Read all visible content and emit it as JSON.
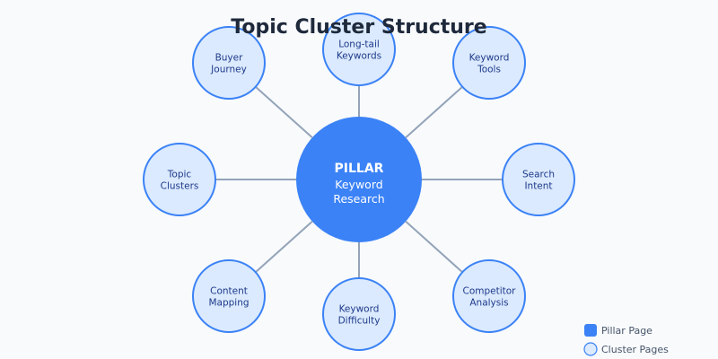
{
  "title": "Topic Cluster Structure",
  "colors": {
    "pillar_fill": "#3b82f6",
    "cluster_fill": "#dbeafe",
    "cluster_stroke": "#3b82f6",
    "connector": "#94a3b8",
    "title": "#1e293b"
  },
  "pillar": {
    "heading": "PILLAR",
    "lines": [
      "Keyword",
      "Research"
    ]
  },
  "clusters": [
    {
      "id": "buyer-journey",
      "lines": [
        "Buyer",
        "Journey"
      ]
    },
    {
      "id": "long-tail-keywords",
      "lines": [
        "Long-tail",
        "Keywords"
      ]
    },
    {
      "id": "keyword-tools",
      "lines": [
        "Keyword",
        "Tools"
      ]
    },
    {
      "id": "topic-clusters",
      "lines": [
        "Topic",
        "Clusters"
      ]
    },
    {
      "id": "search-intent",
      "lines": [
        "Search",
        "Intent"
      ]
    },
    {
      "id": "content-mapping",
      "lines": [
        "Content",
        "Mapping"
      ]
    },
    {
      "id": "keyword-difficulty",
      "lines": [
        "Keyword",
        "Difficulty"
      ]
    },
    {
      "id": "competitor-analysis",
      "lines": [
        "Competitor",
        "Analysis"
      ]
    }
  ],
  "legend": [
    {
      "label": "Pillar Page",
      "kind": "pillar"
    },
    {
      "label": "Cluster Pages",
      "kind": "cluster"
    }
  ]
}
